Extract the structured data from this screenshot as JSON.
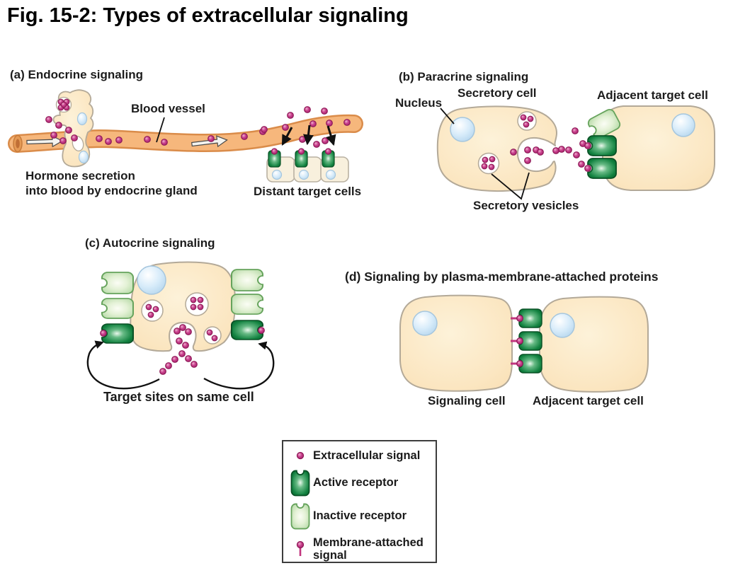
{
  "title": "Fig. 15-2: Types of extracellular signaling",
  "panel_a": {
    "heading": "(a) Endocrine signaling",
    "blood_vessel_label": "Blood vessel",
    "secretion_label_line1": "Hormone secretion",
    "secretion_label_line2": "into blood by endocrine gland",
    "distant_target_cells_label": "Distant target cells"
  },
  "panel_b": {
    "heading": "(b) Paracrine signaling",
    "nucleus_label": "Nucleus",
    "secretory_cell_label": "Secretory cell",
    "adjacent_target_cell_label": "Adjacent target cell",
    "secretory_vesicles_label": "Secretory vesicles"
  },
  "panel_c": {
    "heading": "(c) Autocrine signaling",
    "target_sites_label": "Target sites on same cell"
  },
  "panel_d": {
    "heading": "(d) Signaling by plasma-membrane-attached proteins",
    "signaling_cell_label": "Signaling cell",
    "adjacent_target_cell_label": "Adjacent target cell"
  },
  "legend": {
    "items": [
      {
        "icon": "extracellular-signal-icon",
        "label": "Extracellular signal"
      },
      {
        "icon": "active-receptor-icon",
        "label": "Active receptor"
      },
      {
        "icon": "inactive-receptor-icon",
        "label": "Inactive receptor"
      },
      {
        "icon": "membrane-attached-signal-icon",
        "label": "Membrane-attached signal"
      }
    ]
  },
  "colors": {
    "signal_pink": "#c2357f",
    "signal_pink_dark": "#8e1a57",
    "active_receptor_green": "#0e7a38",
    "inactive_receptor_green": "#cfe8c2",
    "cell_fill": "#fbe6c1",
    "vessel_orange": "#f6b77c",
    "nucleus_blue": "#cfe5f6"
  }
}
